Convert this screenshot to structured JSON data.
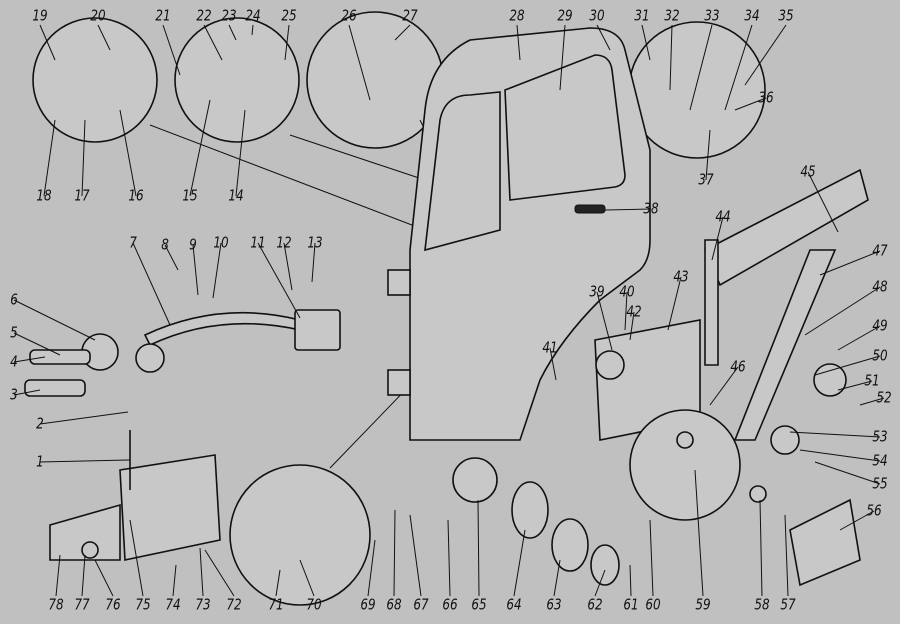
{
  "diagram": {
    "type": "exploded-parts-diagram",
    "subject": "door",
    "callouts": [
      "1",
      "2",
      "3",
      "4",
      "5",
      "6",
      "7",
      "8",
      "9",
      "10",
      "11",
      "12",
      "13",
      "14",
      "15",
      "16",
      "17",
      "18",
      "19",
      "20",
      "21",
      "22",
      "23",
      "24",
      "25",
      "26",
      "27",
      "28",
      "29",
      "30",
      "31",
      "32",
      "33",
      "34",
      "35",
      "36",
      "37",
      "38",
      "39",
      "40",
      "41",
      "42",
      "43",
      "44",
      "45",
      "46",
      "47",
      "48",
      "49",
      "50",
      "51",
      "52",
      "53",
      "54",
      "55",
      "56",
      "57",
      "58",
      "59",
      "60",
      "61",
      "62",
      "63",
      "64",
      "65",
      "66",
      "67",
      "68",
      "69",
      "70",
      "71",
      "72",
      "73",
      "74",
      "75",
      "76",
      "77",
      "78"
    ],
    "colors": {
      "background": "#c0c0c0",
      "ink": "#111111"
    }
  }
}
